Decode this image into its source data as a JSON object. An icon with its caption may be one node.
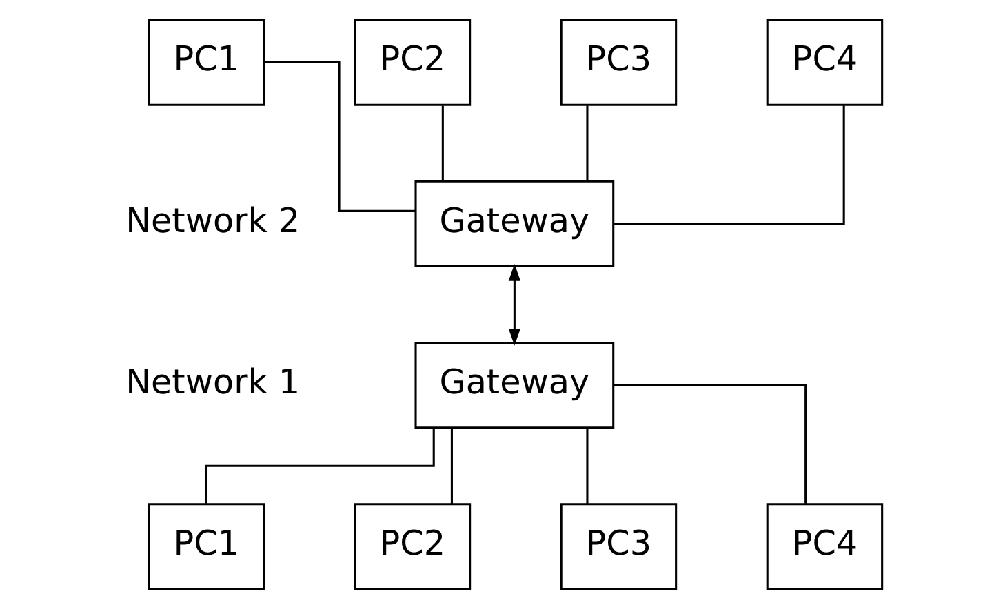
{
  "diagram": {
    "nodes": [
      {
        "text": [
          "PC1"
        ]
      },
      {
        "text": [
          "PC2"
        ]
      },
      {
        "text": [
          "PC3"
        ]
      },
      {
        "text": [
          "PC4"
        ]
      },
      {
        "text": [
          "Gateway"
        ]
      },
      {
        "text": [
          "Gateway"
        ]
      },
      {
        "text": [
          "PC1"
        ]
      },
      {
        "text": [
          "PC2"
        ]
      },
      {
        "text": [
          "PC3"
        ]
      },
      {
        "text": [
          "PC4"
        ]
      }
    ],
    "edges": [
      {
        "from": 0,
        "to": 4,
        "arrow": "none"
      },
      {
        "from": 1,
        "to": 4,
        "arrow": "none"
      },
      {
        "from": 2,
        "to": 4,
        "arrow": "none"
      },
      {
        "from": 3,
        "to": 4,
        "arrow": "none"
      },
      {
        "from": 4,
        "to": 5,
        "arrow": "both"
      },
      {
        "from": 5,
        "to": 6,
        "arrow": "none"
      },
      {
        "from": 5,
        "to": 7,
        "arrow": "none"
      },
      {
        "from": 5,
        "to": 8,
        "arrow": "none"
      },
      {
        "from": 5,
        "to": 9,
        "arrow": "none"
      }
    ],
    "labels": [
      "Network 2",
      "Network 1"
    ]
  }
}
